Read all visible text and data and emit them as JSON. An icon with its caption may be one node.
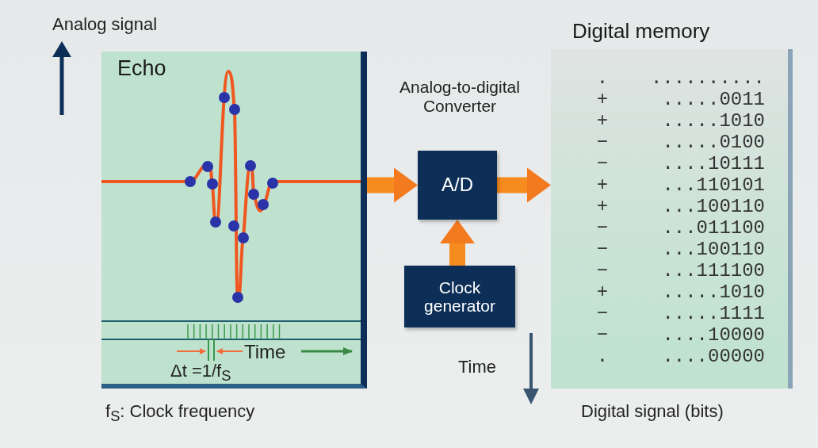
{
  "diagram": {
    "nodes": [
      {
        "text": [
          "Echo"
        ]
      },
      {
        "text": [
          "A/D"
        ]
      },
      {
        "text": [
          "Clock generator"
        ]
      },
      {
        "text": [
          "Digital memory",
          ".",
          "..........",
          "+",
          ".....0011",
          "+",
          ".....1010",
          "−",
          ".....0100",
          "−",
          "....10111",
          "+",
          "...110101",
          "+",
          "...100110",
          "−",
          "...011100",
          "−",
          "...100110",
          "−",
          "...111100",
          "+",
          ".....1010",
          "−",
          ".....1111",
          "−",
          "....10000",
          ".",
          "....00000"
        ]
      }
    ],
    "edges": [
      {
        "from": 0,
        "to": 1,
        "arrow": "to"
      },
      {
        "from": 1,
        "to": 3,
        "arrow": "to"
      },
      {
        "from": 2,
        "to": 1,
        "arrow": "to"
      }
    ],
    "labels": [
      "Analog signal",
      "Analog-to-digital Converter",
      "Time",
      "Δt =1/f$_{S}$",
      "Time",
      "f$_{S}$: Clock frequency",
      "Digital signal (bits)"
    ]
  }
}
